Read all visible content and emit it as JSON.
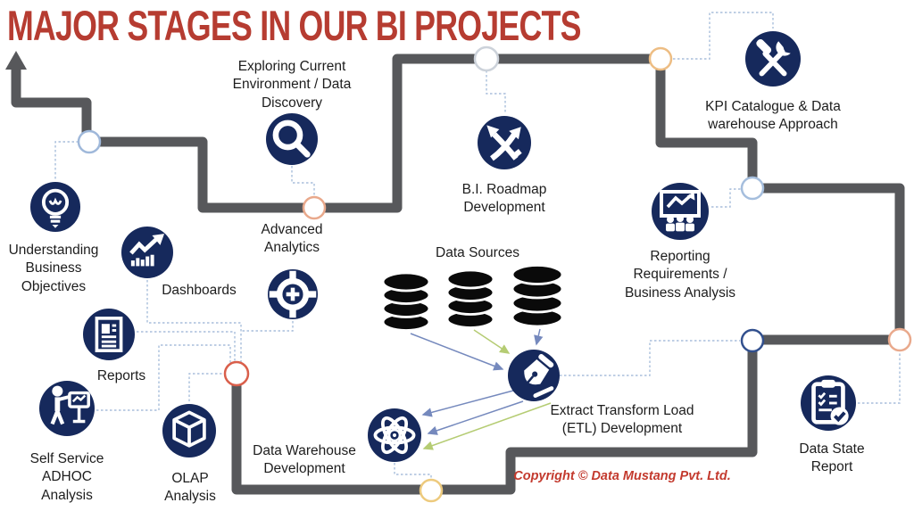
{
  "title": "MAJOR STAGES IN OUR BI PROJECTS",
  "copyright": "Copyright © Data Mustang Pvt. Ltd.",
  "colors": {
    "title": "#b63c31",
    "icon_bg": "#16295c",
    "path": "#57585b",
    "dotted": "#a9bedb",
    "arrow_blue": "#7589bd",
    "arrow_green": "#b5cc73",
    "db": "#0a0a0a",
    "label": "#1d1d1d",
    "copyright": "#c33a2e",
    "node_fill": "#ffffff"
  },
  "node_colors": [
    "#9fb8da",
    "#e9a98c",
    "#ccd2da",
    "#edbd83",
    "#a5bedd",
    "#e9a98c",
    "#32508e",
    "#edca7d",
    "#d95f4b"
  ],
  "stages": [
    {
      "id": "understanding-business-objectives",
      "icon": "lightbulb-icon",
      "label": "Understanding\nBusiness\nObjectives"
    },
    {
      "id": "exploring-current-environment",
      "icon": "magnifier-icon",
      "label": "Exploring Current\nEnvironment / Data\nDiscovery"
    },
    {
      "id": "advanced-analytics",
      "icon": "crosshair-icon",
      "label": "Advanced\nAnalytics"
    },
    {
      "id": "dashboards",
      "icon": "line-chart-icon",
      "label": "Dashboards"
    },
    {
      "id": "reports",
      "icon": "document-icon",
      "label": "Reports"
    },
    {
      "id": "self-service-adhoc-analysis",
      "icon": "presenter-icon",
      "label": "Self Service\nADHOC\nAnalysis"
    },
    {
      "id": "olap-analysis",
      "icon": "cube-icon",
      "label": "OLAP\nAnalysis"
    },
    {
      "id": "bi-roadmap-development",
      "icon": "crossing-arrows-icon",
      "label": "B.I. Roadmap\nDevelopment"
    },
    {
      "id": "kpi-catalogue-data-warehouse-approach",
      "icon": "hammer-wrench-icon",
      "label": "KPI Catalogue & Data\nwarehouse Approach"
    },
    {
      "id": "reporting-requirements-business-analysis",
      "icon": "presentation-chart-icon",
      "label": "Reporting\nRequirements /\nBusiness Analysis"
    },
    {
      "id": "data-sources",
      "icon": "database-icon",
      "label": "Data Sources"
    },
    {
      "id": "etl-development",
      "icon": "pen-nib-icon",
      "label": "Extract Transform Load\n(ETL) Development"
    },
    {
      "id": "data-warehouse-development",
      "icon": "atom-icon",
      "label": "Data Warehouse\nDevelopment"
    },
    {
      "id": "data-state-report",
      "icon": "clipboard-check-icon",
      "label": "Data State\nReport"
    }
  ]
}
